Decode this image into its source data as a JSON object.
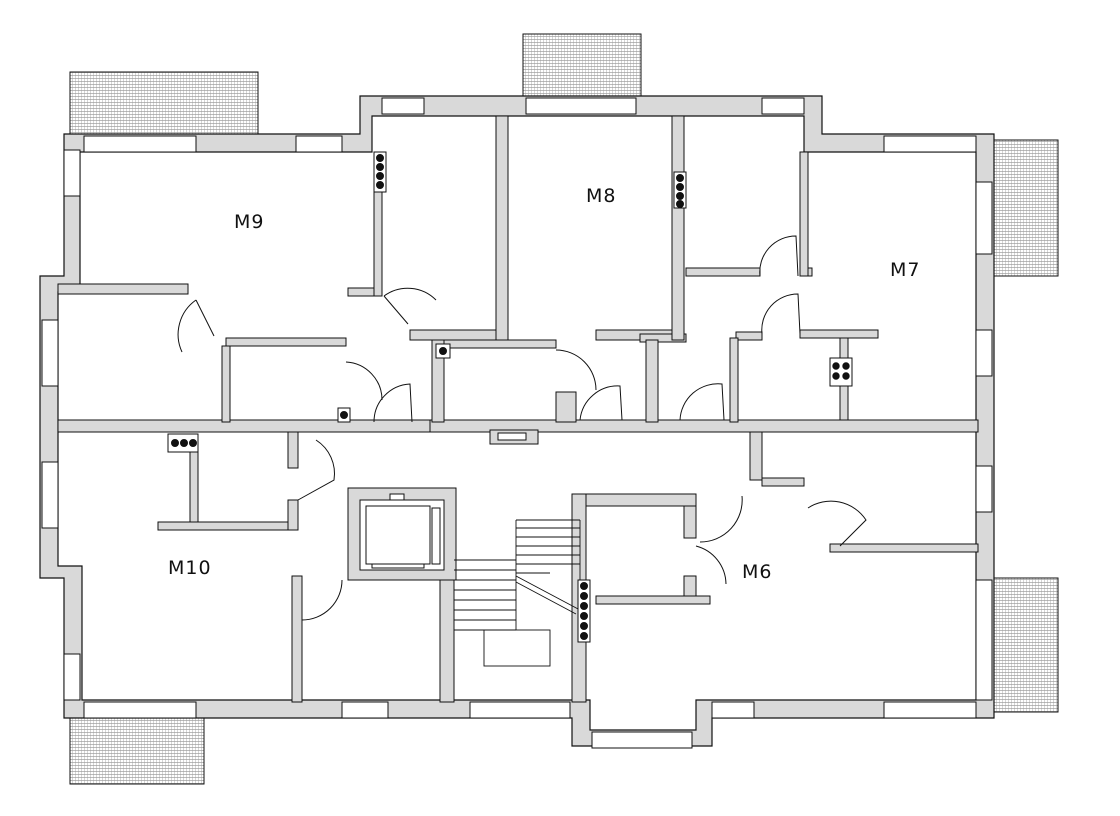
{
  "plan": {
    "wall_fill": "#d9d9d9",
    "line_color": "#111111",
    "balcony_fill": "#c8c8c8",
    "units": [
      {
        "id": "m9",
        "label": "M9"
      },
      {
        "id": "m8",
        "label": "M8"
      },
      {
        "id": "m7",
        "label": "M7"
      },
      {
        "id": "m10",
        "label": "M10"
      },
      {
        "id": "m6",
        "label": "M6"
      }
    ]
  }
}
